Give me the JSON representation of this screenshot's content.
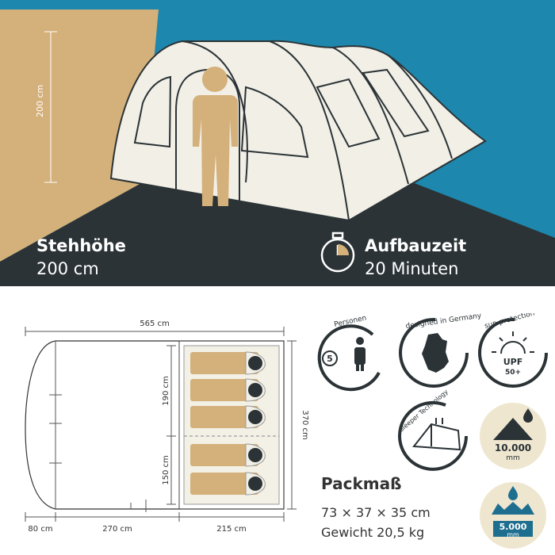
{
  "hero": {
    "height_label": "200 cm",
    "standing_title": "Stehhöhe",
    "standing_value": "200 cm",
    "setup_title": "Aufbauzeit",
    "setup_value": "20 Minuten"
  },
  "floorplan": {
    "width_total": "565 cm",
    "depth": "370 cm",
    "sec_190": "190 cm",
    "sec_150": "150 cm",
    "bottom_80": "80 cm",
    "bottom_270": "270 cm",
    "bottom_215": "215 cm"
  },
  "badges": {
    "persons_label": "Personen",
    "persons_count": "5",
    "germany_label": "designed in Germany",
    "sun_label": "sun protection",
    "upf_line1": "UPF",
    "upf_line2": "50+",
    "sleeper_label": "Sleeper Technology",
    "water1_value": "10.000",
    "water1_unit": "mm",
    "water2_value": "5.000",
    "water2_unit": "mm"
  },
  "pack": {
    "title": "Packmaß",
    "dims": "73 × 37 × 35 cm",
    "weight": "Gewicht 20,5 kg"
  },
  "colors": {
    "tan": "#d4b07a",
    "blue": "#1e87ad",
    "dark": "#2b3336",
    "tent": "#f1efe6"
  }
}
